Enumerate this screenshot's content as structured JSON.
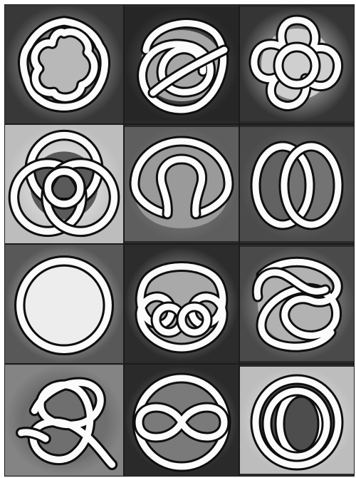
{
  "tiles": [
    {
      "name": "knot-tile-seven-lobe-ring",
      "icon": "seven-lobed-torus-knot-icon",
      "bg": "#383838",
      "center": "#d8d8d8",
      "fill": "#b8b8b8"
    },
    {
      "name": "knot-tile-tangled-loop",
      "icon": "tangled-crossed-loop-icon",
      "bg": "#262626",
      "center": "#6a6a6a",
      "fill": "#a6a6a6"
    },
    {
      "name": "knot-tile-five-petal",
      "icon": "five-petal-knot-icon",
      "bg": "#353535",
      "center": "#f0f0f0",
      "fill": "#cfcfcf"
    },
    {
      "name": "knot-tile-triple-circle",
      "icon": "triple-interlaced-circles-icon",
      "bg": "#bdbdbd",
      "center": "#f2f2f2",
      "fill": "#5a5a5a"
    },
    {
      "name": "knot-tile-nested-horseshoe",
      "icon": "nested-horseshoe-loop-icon",
      "bg": "#5e5e5e",
      "center": "#8c8c8c",
      "fill": "#9a9a9a"
    },
    {
      "name": "knot-tile-hopf-link",
      "icon": "two-linked-ovals-icon",
      "bg": "#4b4b4b",
      "center": "#7e7e7e",
      "fill": "#626262"
    },
    {
      "name": "knot-tile-unknot-circle",
      "icon": "single-circle-icon",
      "bg": "#585858",
      "center": "#ffffff",
      "fill": "#ededed"
    },
    {
      "name": "knot-tile-pretzel-knot",
      "icon": "pretzel-knot-icon",
      "bg": "#2c2c2c",
      "center": "#cfcfcf",
      "fill": "#a9a9a9"
    },
    {
      "name": "knot-tile-square-weave",
      "icon": "square-weave-knot-icon",
      "bg": "#4a4a4a",
      "center": "#c9c9c9",
      "fill": "#b2b2b2"
    },
    {
      "name": "knot-tile-open-trefoil",
      "icon": "open-trefoil-knot-icon",
      "bg": "#848484",
      "center": "#3a3a3a",
      "fill": "#6f6f6f"
    },
    {
      "name": "knot-tile-figure-eight-circle",
      "icon": "infinity-in-circle-icon",
      "bg": "#2a2a2a",
      "center": "#a0a0a0",
      "fill": "#7a7a7a"
    },
    {
      "name": "knot-tile-linked-rings",
      "icon": "concentric-linked-rings-icon",
      "bg": "#bdbdbd",
      "center": "#f5f5f5",
      "fill": "#4d4d4d"
    }
  ]
}
